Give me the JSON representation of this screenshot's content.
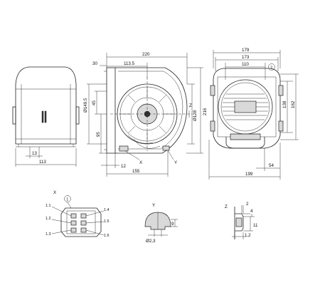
{
  "dimensions": {
    "left_view": {
      "d13": "13",
      "d113": "113"
    },
    "front_view": {
      "d220": "220",
      "d30": "30",
      "d113_5": "113.5",
      "d149_5": "Ø149.5",
      "d45": "45",
      "d95": "95",
      "d128": "Ø128",
      "d216": "216",
      "d12": "12",
      "d155": "155"
    },
    "right_view": {
      "d179": "179",
      "d173": "173",
      "d110": "110",
      "d138": "138",
      "d162": "162",
      "d54": "54",
      "d199": "199"
    },
    "detail_y": {
      "d9": "9",
      "d2_3": "Ø2,3"
    },
    "detail_z": {
      "d2": "2",
      "d4": "4",
      "d11": "11",
      "d1_2": "1,2"
    }
  },
  "labels": {
    "x": "X",
    "y": "Y",
    "z": "Z",
    "circled_1": "1",
    "circled_2": "2",
    "pin_1_1": "1.1",
    "pin_1_2": "1.2",
    "pin_1_3": "1.3",
    "pin_1_4": "1.4",
    "pin_1_5": "1.5",
    "pin_1_6": "1.6"
  }
}
